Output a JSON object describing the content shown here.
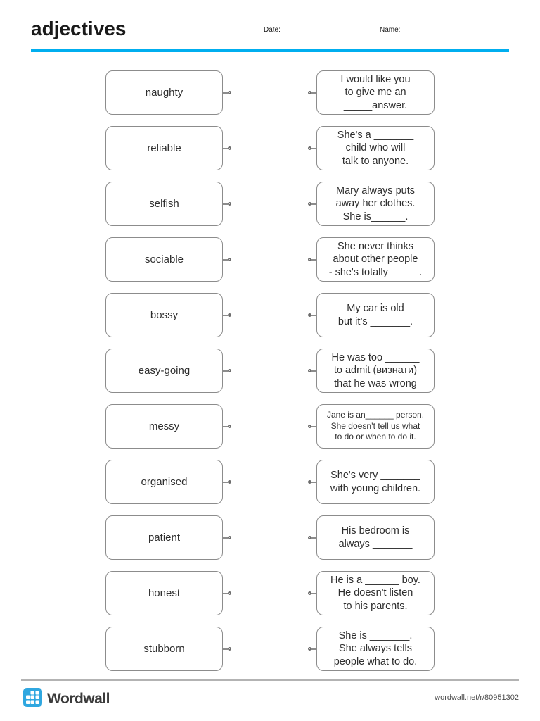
{
  "header": {
    "title": "adjectives",
    "date_label": "Date:",
    "name_label": "Name:"
  },
  "pairs": [
    {
      "term": "naughty",
      "definition": "I would like you\nto give me an\n_____answer."
    },
    {
      "term": "reliable",
      "definition": "She's a _______\nchild who will\ntalk to anyone."
    },
    {
      "term": "selfish",
      "definition": "Mary always puts\naway her clothes.\nShe is______."
    },
    {
      "term": "sociable",
      "definition": "She never thinks\nabout other people\n- she's totally _____."
    },
    {
      "term": "bossy",
      "definition": "My car is old\nbut it’s _______."
    },
    {
      "term": "easy-going",
      "definition": "He was too ______\nto admit (визнати)\nthat he was wrong"
    },
    {
      "term": "messy",
      "definition": "Jane is an______ person.\nShe doesn’t tell us what\nto do or when to do it."
    },
    {
      "term": "organised",
      "definition": "She's very _______\nwith young children."
    },
    {
      "term": "patient",
      "definition": "His bedroom is\nalways _______"
    },
    {
      "term": "honest",
      "definition": "He is a ______ boy.\nHe doesn't listen\nto his parents."
    },
    {
      "term": "stubborn",
      "definition": "She is _______.\nShe always tells\npeople what to do."
    }
  ],
  "footer": {
    "brand": "Wordwall",
    "url": "wordwall.net/r/80951302"
  },
  "colors": {
    "accent_rule": "#00AEEF",
    "card_border": "#8C8C8C",
    "logo_blue": "#2FA7E0",
    "text": "#2E2E2E"
  }
}
